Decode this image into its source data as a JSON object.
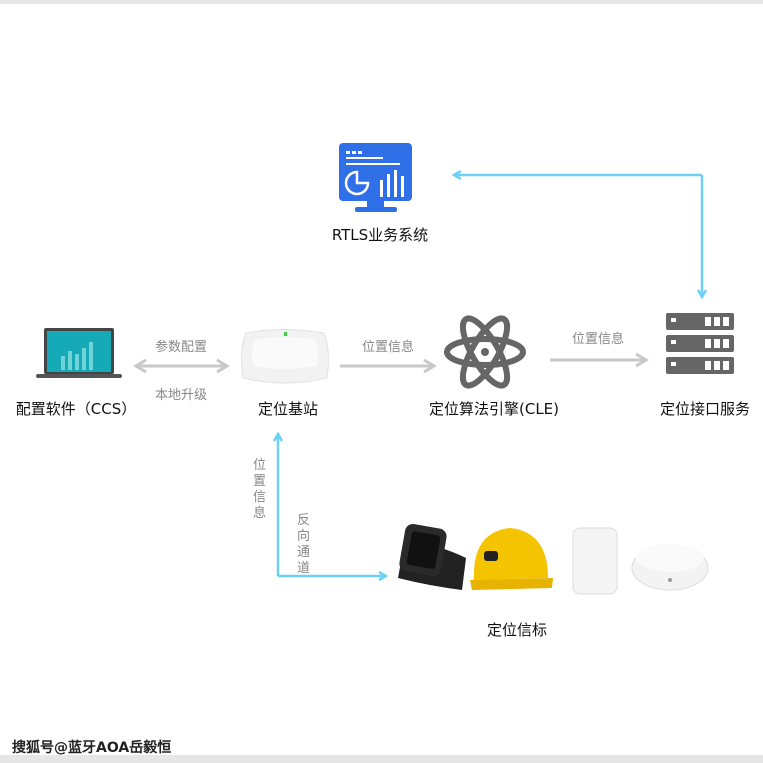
{
  "nodes": {
    "rtls": "RTLS业务系统",
    "ccs": "配置软件（CCS）",
    "anchor": "定位基站",
    "cle": "定位算法引擎(CLE)",
    "api": "定位接口服务",
    "tags": "定位信标"
  },
  "edges": {
    "config": "参数配置",
    "upgrade": "本地升级",
    "pos1": "位置信息",
    "pos2": "位置信息",
    "pos_up": "位置信息",
    "reverse": "反向通道"
  },
  "watermark": "搜狐号@蓝牙AOA岳毅恒",
  "colors": {
    "blue_arrow": "#6ccff6",
    "gray_arrow": "#c8c8c8",
    "rtls_icon": "#2f6fe8",
    "laptop_screen": "#16aab8",
    "icon_gray": "#666666",
    "helmet": "#f5c400"
  }
}
